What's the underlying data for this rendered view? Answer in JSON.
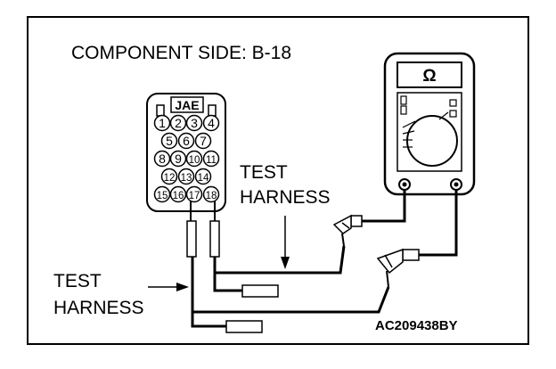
{
  "title": "COMPONENT SIDE: B-18",
  "connector": {
    "label": "JAE",
    "pins": [
      "1",
      "2",
      "3",
      "4",
      "5",
      "6",
      "7",
      "8",
      "9",
      "10",
      "11",
      "12",
      "13",
      "14",
      "15",
      "16",
      "17",
      "18"
    ]
  },
  "meter_symbol": "Ω",
  "harness_label_line1": "TEST",
  "harness_label_line2": "HARNESS",
  "harness_label_left_line1": "TEST",
  "harness_label_left_line2": "HARNESS",
  "figure_code": "AC209438BY"
}
